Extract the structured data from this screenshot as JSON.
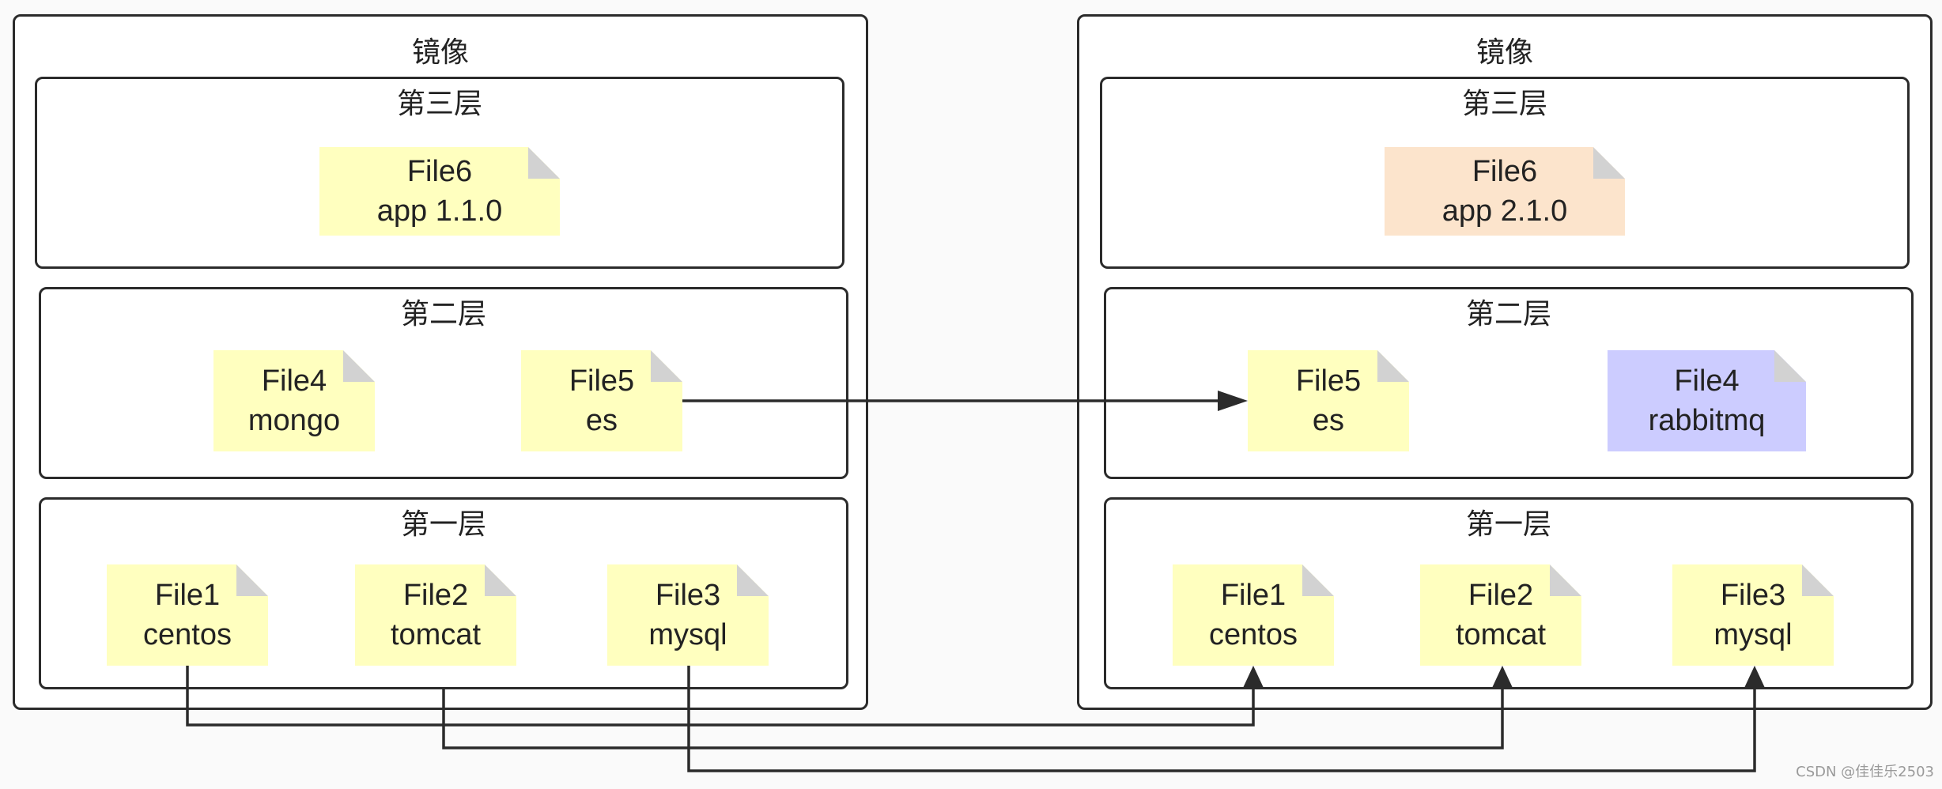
{
  "images": [
    {
      "title": "镜像",
      "layers": [
        {
          "title": "第三层",
          "files": [
            {
              "name": "File6",
              "content": "app 1.1.0",
              "color": "#ffffbf"
            }
          ]
        },
        {
          "title": "第二层",
          "files": [
            {
              "name": "File4",
              "content": "mongo",
              "color": "#ffffbf"
            },
            {
              "name": "File5",
              "content": "es",
              "color": "#ffffbf"
            }
          ]
        },
        {
          "title": "第一层",
          "files": [
            {
              "name": "File1",
              "content": "centos",
              "color": "#ffffbf"
            },
            {
              "name": "File2",
              "content": "tomcat",
              "color": "#ffffbf"
            },
            {
              "name": "File3",
              "content": "mysql",
              "color": "#ffffbf"
            }
          ]
        }
      ]
    },
    {
      "title": "镜像",
      "layers": [
        {
          "title": "第三层",
          "files": [
            {
              "name": "File6",
              "content": "app 2.1.0",
              "color": "#fce4cc"
            }
          ]
        },
        {
          "title": "第二层",
          "files": [
            {
              "name": "File5",
              "content": "es",
              "color": "#ffffbf"
            },
            {
              "name": "File4",
              "content": "rabbitmq",
              "color": "#ccccff"
            }
          ]
        },
        {
          "title": "第一层",
          "files": [
            {
              "name": "File1",
              "content": "centos",
              "color": "#ffffbf"
            },
            {
              "name": "File2",
              "content": "tomcat",
              "color": "#ffffbf"
            },
            {
              "name": "File3",
              "content": "mysql",
              "color": "#ffffbf"
            }
          ]
        }
      ]
    }
  ],
  "watermark": "CSDN @佳佳乐2503",
  "colors": {
    "border": "#2b2b2b",
    "arrow": "#2b2b2b",
    "fold": "#d2d2d2"
  }
}
